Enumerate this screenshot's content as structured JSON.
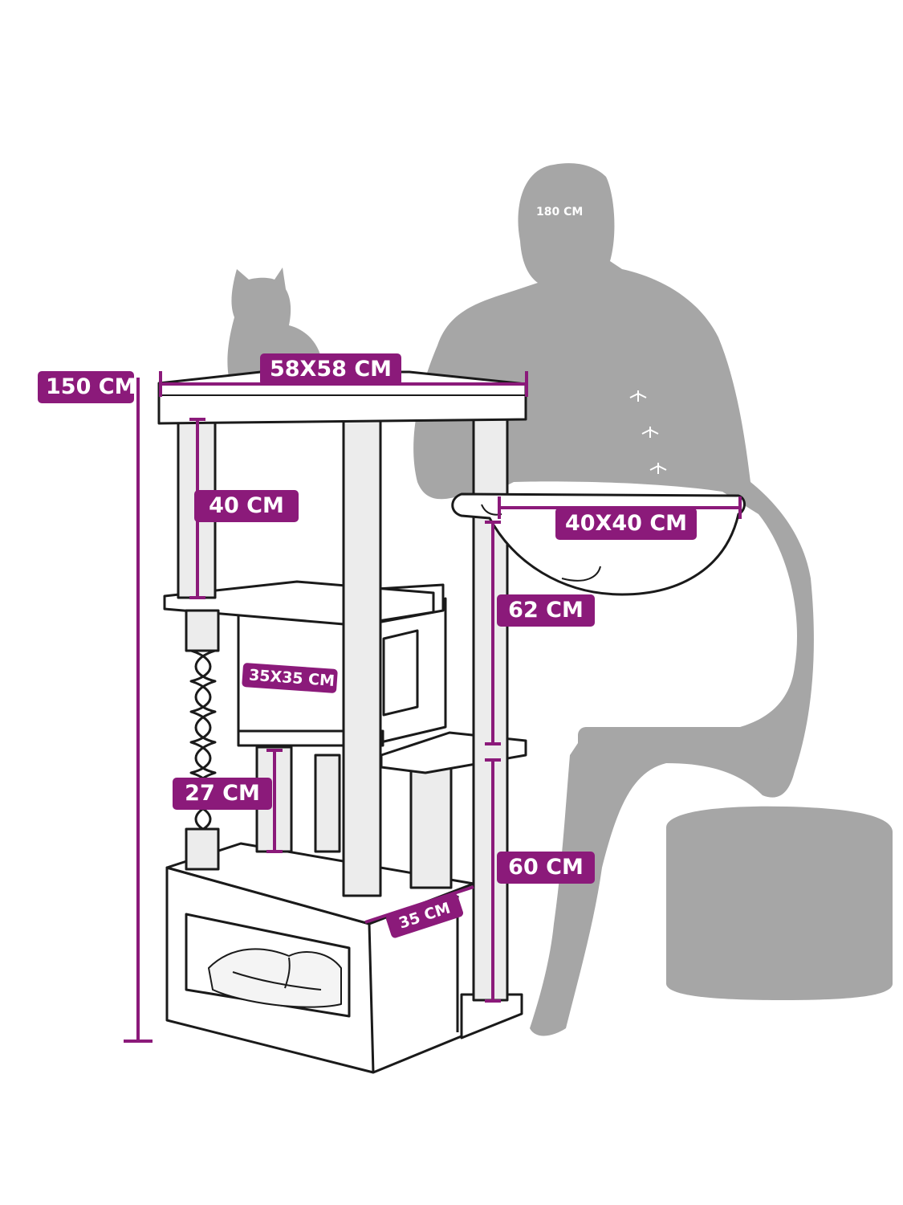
{
  "person_height": "180 CM",
  "dimensions": {
    "total_height": "150 CM",
    "top_platform": "58X58 CM",
    "upper_post": "40 CM",
    "hammock": "40X40 CM",
    "hammock_post": "62 CM",
    "condo": "35X35 CM",
    "middle_post": "27 CM",
    "lower_post": "60 CM",
    "base_depth": "35 CM"
  },
  "colors": {
    "accent": "#8b1a7a",
    "silhouette": "#a6a6a6",
    "outline": "#1a1a1a",
    "post_fill": "#ececec"
  }
}
